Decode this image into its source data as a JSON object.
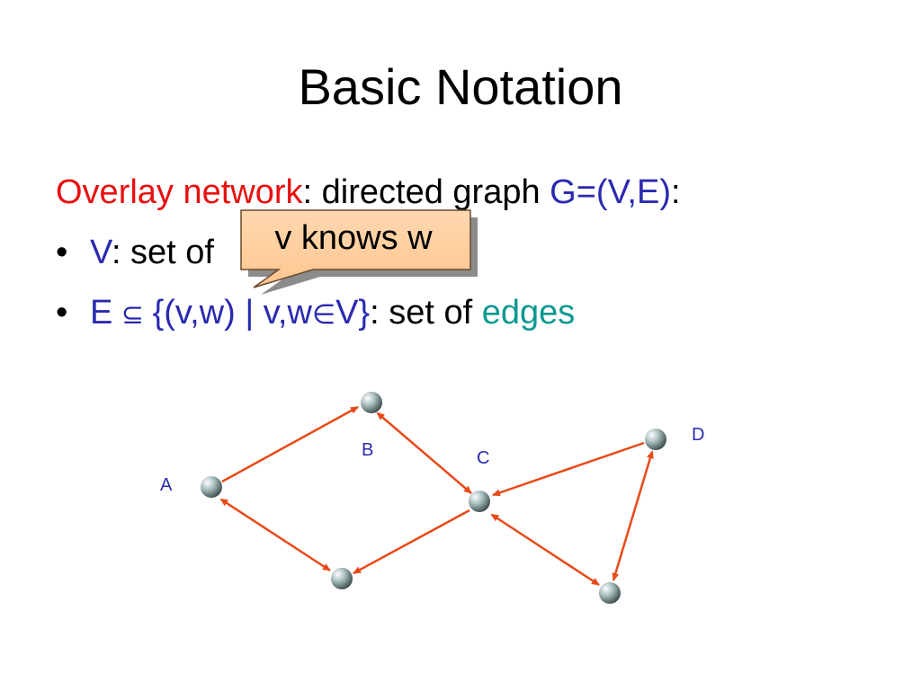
{
  "title": "Basic Notation",
  "line1": {
    "term": "Overlay network",
    "colon": ":",
    "desc": " directed graph ",
    "graph": "G=(V,E)",
    "end": ":"
  },
  "line2": {
    "bullet": "•",
    "symbol": "V",
    "desc": ": set of"
  },
  "line3": {
    "bullet": "•",
    "symbol": "E",
    "subset": " ⊆ ",
    "set_open": "{(v,w) | v,w",
    "element_of": "∈",
    "set_close": "V}",
    "desc": ": set of ",
    "term": "edges"
  },
  "callout": {
    "text": "v knows w"
  },
  "graph": {
    "node_labels": {
      "A": "A",
      "B": "B",
      "C": "C",
      "D": "D"
    }
  },
  "colors": {
    "title": "#000000",
    "term_red": "#e81010",
    "symbol_blue": "#2a2ab0",
    "term_teal": "#0c9990",
    "edge": "#e84a18",
    "callout_fill": "#ffcc99",
    "node_fill": "#8fa8a8"
  }
}
